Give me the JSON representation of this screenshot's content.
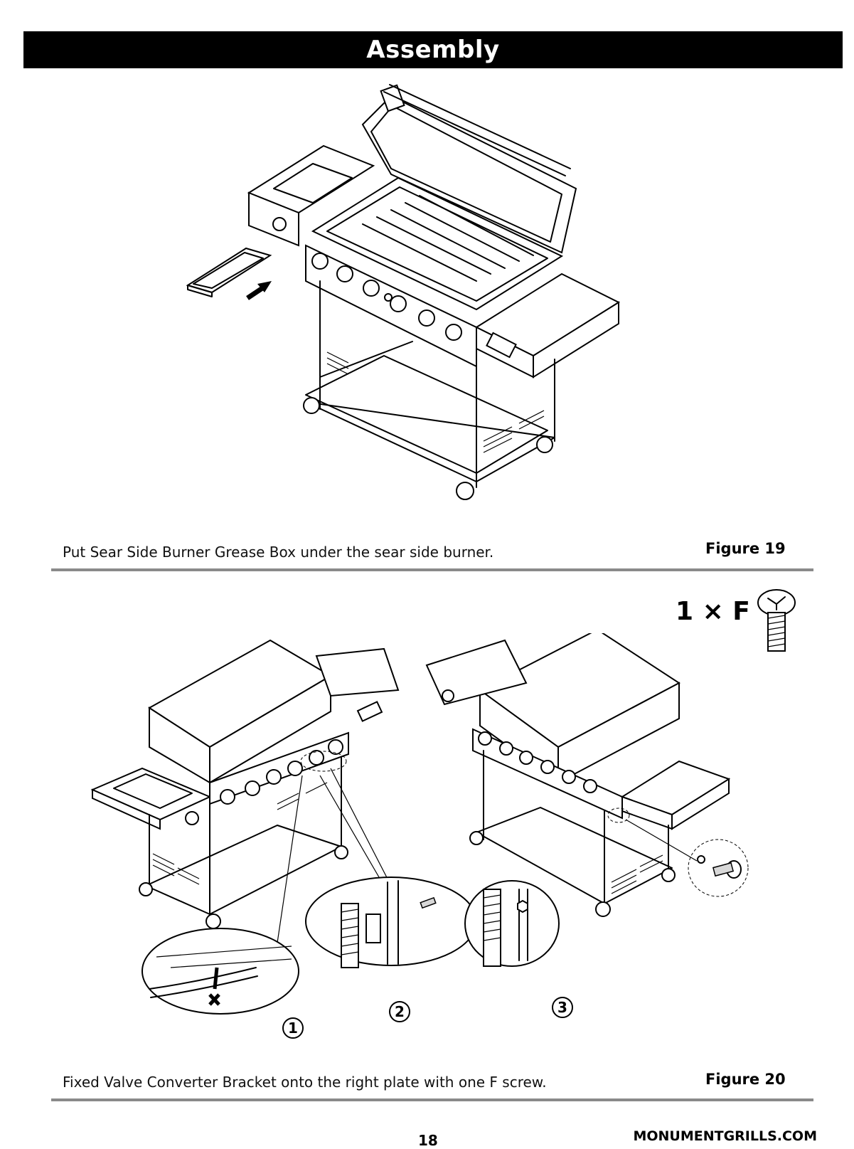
{
  "header": {
    "title": "Assembly"
  },
  "figure19": {
    "caption": "Put Sear Side Burner Grease Box under the sear side burner.",
    "label": "Figure 19"
  },
  "figure20": {
    "hardware_quantity": "1 × F",
    "caption": "Fixed Valve Converter Bracket onto the right plate with one F screw.",
    "label": "Figure 20",
    "detail_callouts": [
      "1",
      "2",
      "3"
    ]
  },
  "footer": {
    "page_number": "18",
    "website": "MONUMENTGRILLS.COM"
  }
}
